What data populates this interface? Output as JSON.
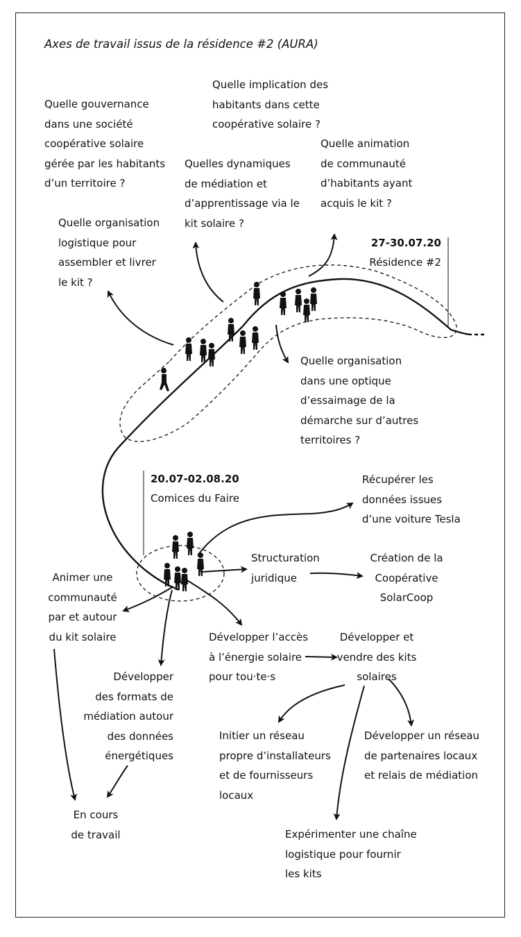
{
  "title": "Axes de travail issus de la résidence #2 (AURA)",
  "residence": {
    "date": "27-30.07.20",
    "name": "Résidence #2"
  },
  "comices": {
    "date": "20.07-02.08.20",
    "name": "Comices du Faire"
  },
  "questions": {
    "gouvernance": "Quelle gouvernance\ndans une société\ncoopérative solaire\ngérée par les habitants\nd’un territoire ?",
    "implication": "Quelle implication des\nhabitants dans cette\ncoopérative solaire ?",
    "animation": "Quelle animation\nde communauté\nd’habitants ayant\nacquis le kit ?",
    "dynamiques": "Quelles dynamiques\nde médiation et\nd’apprentissage via le\nkit solaire ?",
    "logistique": "Quelle organisation\nlogistique pour\nassembler et livrer\nle kit ?",
    "essaimage": "Quelle organisation\ndans une optique\nd’essaimage de la\ndémarche sur d’autres\nterritoires ?"
  },
  "axes": {
    "tesla": "Récupérer les\ndonnées issues\nd’une voiture Tesla",
    "structuration": "Structuration\njuridique",
    "creation": "Création de la\nCoopérative\nSolarCoop",
    "animer": "Animer une\ncommunauté\npar et autour\ndu kit solaire",
    "acces": "Développer l’accès\nà l’énergie solaire\npour tou·te·s",
    "kits": "Développer et\nvendre des kits\nsolaires",
    "formats": "Développer\ndes formats de\nmédiation autour\ndes données\nénergétiques",
    "reseau_install": "Initier un réseau\npropre d’installateurs\net de fournisseurs\nlocaux",
    "reseau_partenaires": "Développer un réseau\nde partenaires locaux\net  relais de médiation",
    "encours": "En cours\nde travail",
    "chaine": "Expérimenter une chaîne\nlogistique pour fournir\nles kits"
  }
}
